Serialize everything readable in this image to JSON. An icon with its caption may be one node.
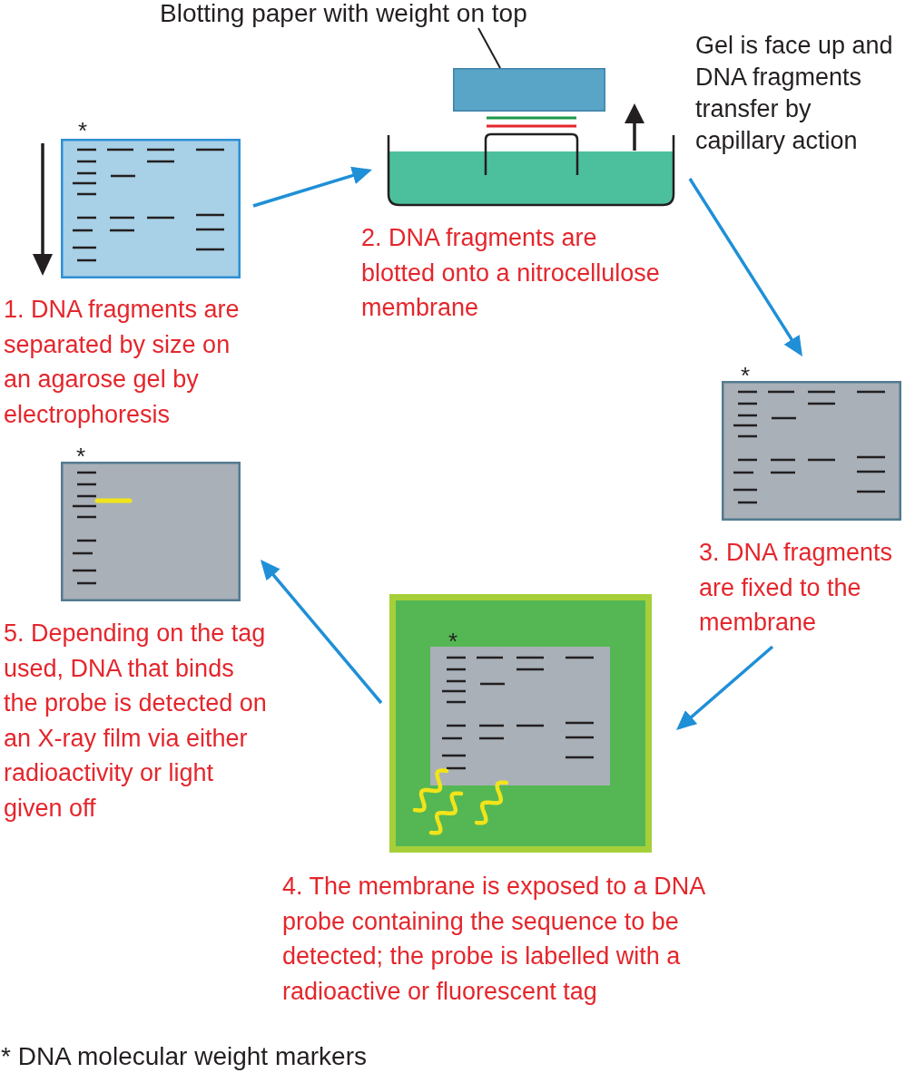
{
  "diagram": {
    "nodes": [
      {
        "text": [],
        "shape": "picture",
        "beside": [
          "*",
          "1. DNA fragments are separated by size on an agarose gel by electrophoresis"
        ]
      },
      {
        "text": [],
        "shape": "box",
        "beside": [
          "Gel is face up and DNA fragments transfer by capillary action",
          "2. DNA fragments are blotted onto a nitrocellulose membrane"
        ]
      },
      {
        "text": [],
        "shape": "box"
      },
      {
        "text": [
          "Blotting paper with weight on top"
        ]
      },
      {
        "text": [],
        "shape": "picture",
        "beside": [
          "*",
          "3. DNA fragments are fixed to the membrane"
        ]
      },
      {
        "text": [],
        "shape": "picture",
        "beside": [
          "4. The membrane is exposed to a DNA probe containing the sequence to be detected; the probe is labelled with a radioactive or fluorescent tag"
        ]
      },
      {
        "text": [],
        "shape": "picture",
        "beside": [
          "*",
          "5. Depending on the tag used, DNA that binds the probe is detected on an X-ray film via either radioactivity or light given off"
        ]
      }
    ],
    "edges": [
      {
        "from": 0,
        "to": 1,
        "arrow": "to"
      },
      {
        "from": 1,
        "to": 4,
        "arrow": "to"
      },
      {
        "from": 4,
        "to": 5,
        "arrow": "to"
      },
      {
        "from": 5,
        "to": 6,
        "arrow": "to"
      },
      {
        "from": 3,
        "to": 2,
        "arrow": "none",
        "color": "#231f20"
      }
    ],
    "labels": [
      "*",
      "* DNA molecular weight markers"
    ]
  }
}
